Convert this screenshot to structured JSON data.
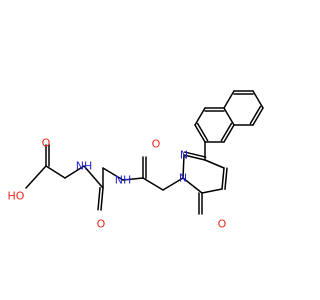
{
  "molecule": {
    "atoms": [
      {
        "id": "n_ring",
        "text": "N",
        "color": "#1f24d9"
      },
      {
        "id": "n2_ring",
        "text": "N",
        "color": "#1f24d9"
      },
      {
        "id": "o_ketone",
        "text": "O",
        "color": "#e8281c"
      },
      {
        "id": "o_amide1",
        "text": "O",
        "color": "#e8281c"
      },
      {
        "id": "nh_amide1",
        "text": "NH",
        "color": "#1f24d9"
      },
      {
        "id": "o_amide2",
        "text": "O",
        "color": "#e8281c"
      },
      {
        "id": "nh_amide2",
        "text": "NH",
        "color": "#1f24d9"
      },
      {
        "id": "o_acid",
        "text": "O",
        "color": "#e8281c"
      },
      {
        "id": "ho_acid",
        "text": "HO",
        "color": "#e8281c"
      }
    ],
    "bond_color": "#000000"
  }
}
